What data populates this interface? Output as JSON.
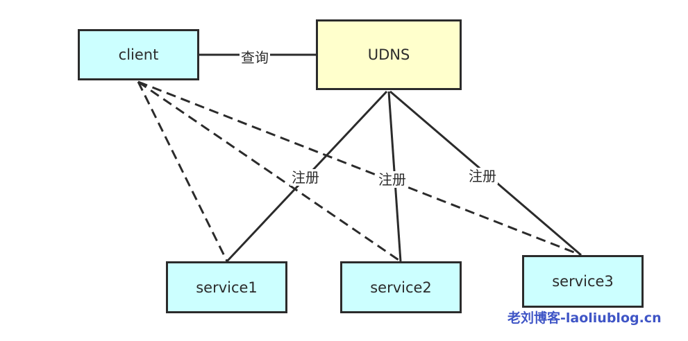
{
  "nodes": {
    "client": "client",
    "udns": "UDNS",
    "service1": "service1",
    "service2": "service2",
    "service3": "service3"
  },
  "edge_labels": {
    "query": "查询",
    "register_service1": "注册",
    "register_service2": "注册",
    "register_service3": "注册"
  },
  "edges": [
    {
      "from": "client",
      "to": "udns",
      "style": "solid",
      "label": "查询"
    },
    {
      "from": "udns",
      "to": "service1",
      "style": "solid",
      "label": "注册"
    },
    {
      "from": "udns",
      "to": "service2",
      "style": "solid",
      "label": "注册"
    },
    {
      "from": "udns",
      "to": "service3",
      "style": "solid",
      "label": "注册"
    },
    {
      "from": "client",
      "to": "service1",
      "style": "dashed"
    },
    {
      "from": "client",
      "to": "service2",
      "style": "dashed"
    },
    {
      "from": "client",
      "to": "service3",
      "style": "dashed"
    }
  ],
  "watermark": "老刘博客-laoliublog.cn",
  "colors": {
    "line": "#2b2b2b",
    "client_fill": "#ccffff",
    "service_fill": "#ccffff",
    "udns_fill": "#ffffcc",
    "watermark": "#3f55c6"
  }
}
